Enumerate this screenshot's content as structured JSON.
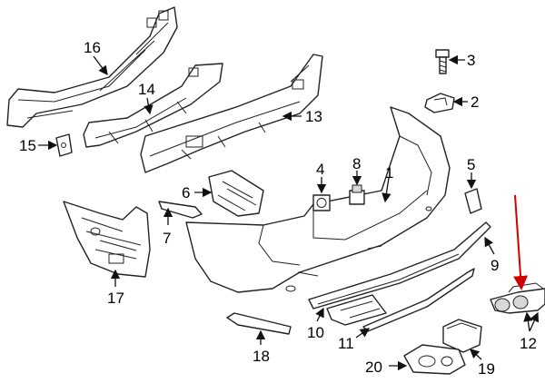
{
  "callouts": [
    "1",
    "2",
    "3",
    "4",
    "5",
    "6",
    "7",
    "8",
    "9",
    "10",
    "11",
    "12",
    "13",
    "14",
    "15",
    "16",
    "17",
    "18",
    "19",
    "20"
  ],
  "colors": {
    "line": "#222222",
    "background": "#ffffff",
    "highlight_arrow": "#d00000"
  }
}
